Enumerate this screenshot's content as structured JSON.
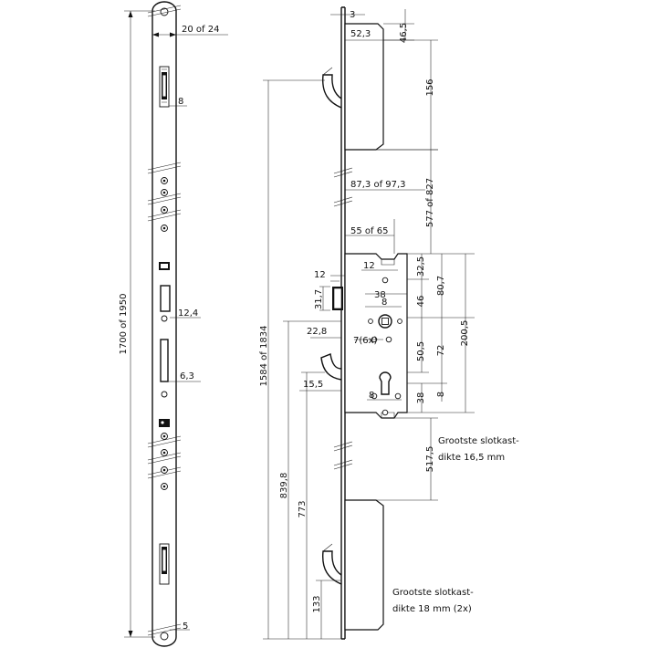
{
  "front_view": {
    "length_label": "1700 of 1950",
    "width_label": "20 of 24",
    "slot_top_label": "8",
    "cutout_label": "12,4",
    "slot_mid_label": "6,3",
    "bottom_label": "5"
  },
  "side_view": {
    "thickness_label": "3",
    "housing_width_label": "52,3",
    "top_offset_label": "46,5",
    "housing_height_label": "156",
    "backset_label": "87,3 of 97,3",
    "distance_label": "577 of 827",
    "faceplate_label": "55 of 65",
    "latch_offset_label": "12",
    "latch_height_label": "31,7",
    "pz_label": "12",
    "upper_section_label": "32,5",
    "case_upper_label": "80,7",
    "spindle_gap_label": "46",
    "center_label": "38",
    "hole_spacing_label": "8",
    "case_total_label": "200,5",
    "bolt_offset_label": "22,8",
    "screw_label": "7(6x)",
    "lower_section_label": "50,5",
    "pz_distance_label": "72",
    "bolt_label": "15,5",
    "cylinder_hole_label": "8",
    "cylinder_bottom_label": "38",
    "cylinder_right_label": "8",
    "total_height_label": "1584 of 1834",
    "lower_distance_label": "517,5",
    "height_a_label": "839,8",
    "height_b_label": "773",
    "height_c_label": "133"
  },
  "notes": {
    "main_case_line1": "Grootste slotkast-",
    "main_case_line2": "dikte 16,5 mm",
    "aux_case_line1": "Grootste slotkast-",
    "aux_case_line2": "dikte 18 mm (2x)"
  }
}
